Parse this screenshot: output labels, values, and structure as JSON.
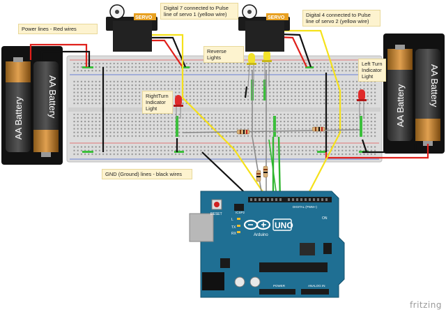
{
  "annotations": {
    "power_lines": "Power lines - Red wires",
    "servo1_note": "Digital 7 connected to Pulse\nline of servo 1 (yellow wire)",
    "servo2_note": "Digital 4 connected to Pulse\nline of servo 2 (yellow wire)",
    "reverse_lights": "Reverse Lights",
    "right_turn": "RightTurn\nIndicator\nLight",
    "left_turn": "Left Turn\nIndicator\nLight",
    "gnd_lines": "GND (Ground) lines - black wires"
  },
  "battery_label": "AA Battery",
  "servo_label": "SERVO",
  "arduino": {
    "brand": "Arduino",
    "model": "UNO",
    "reset": "RESET",
    "icsp": "ICSP2",
    "digital": "DIGITAL (PWM~)",
    "power": "POWER",
    "analog": "ANALOG IN",
    "tx": "TX",
    "rx": "RX",
    "l": "L",
    "on": "ON"
  },
  "watermark": "fritzing",
  "colors": {
    "breadboard": "#dcdcdc",
    "red_wire": "#e0201b",
    "black_wire": "#111111",
    "yellow_wire": "#f5e11a",
    "green_wire": "#2fb52f",
    "gray_wire": "#8a8a8a",
    "arduino_board": "#1f6f93",
    "note_bg": "#fdf3cf"
  }
}
